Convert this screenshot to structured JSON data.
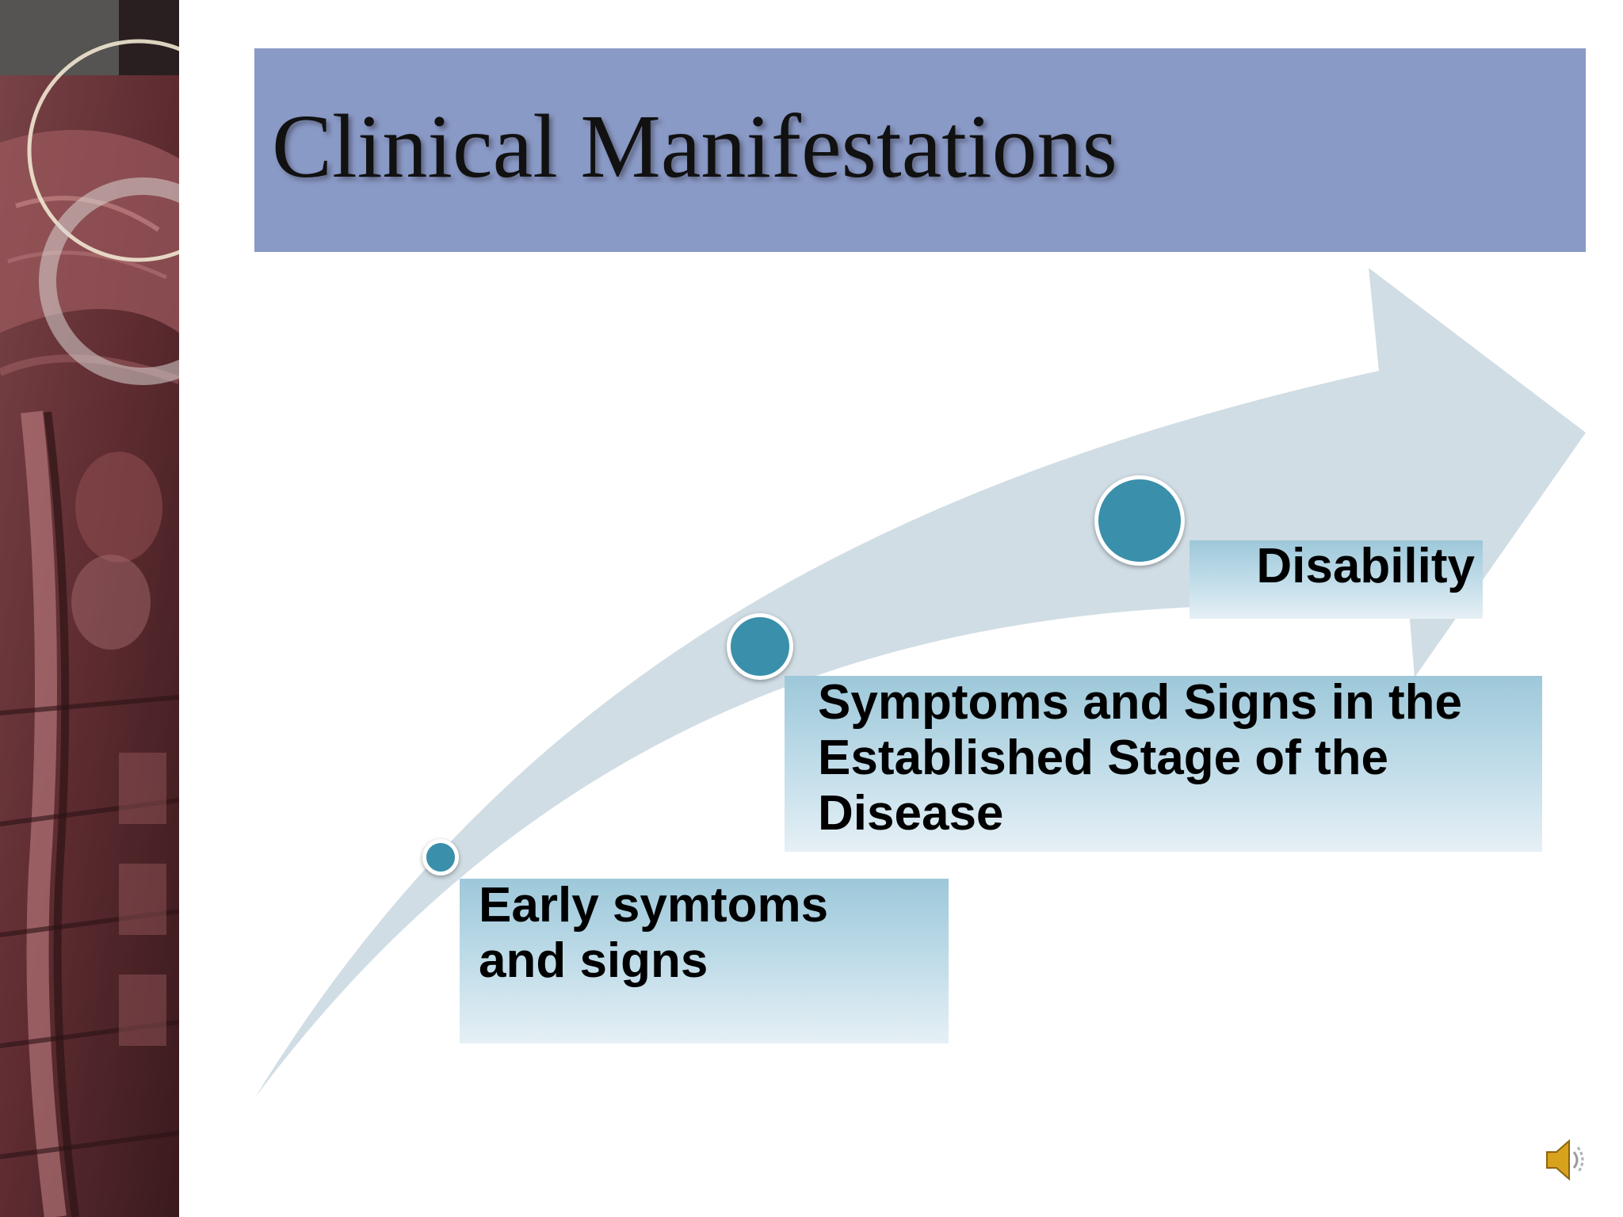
{
  "slide": {
    "title": "Clinical Manifestations"
  },
  "stages": [
    {
      "label": "Early symtoms and signs"
    },
    {
      "label": "Symptoms and Signs in the Established Stage of the Disease"
    },
    {
      "label": "Disability"
    }
  ],
  "icons": {
    "audio": "speaker-icon",
    "decor": "mri-brain-image"
  },
  "colors": {
    "title_band": "#8a9ac6",
    "arrow": "#d0dde4",
    "dot": "#3a8fab",
    "box_top": "#9dc8da",
    "box_bottom": "#e6f0f5"
  }
}
